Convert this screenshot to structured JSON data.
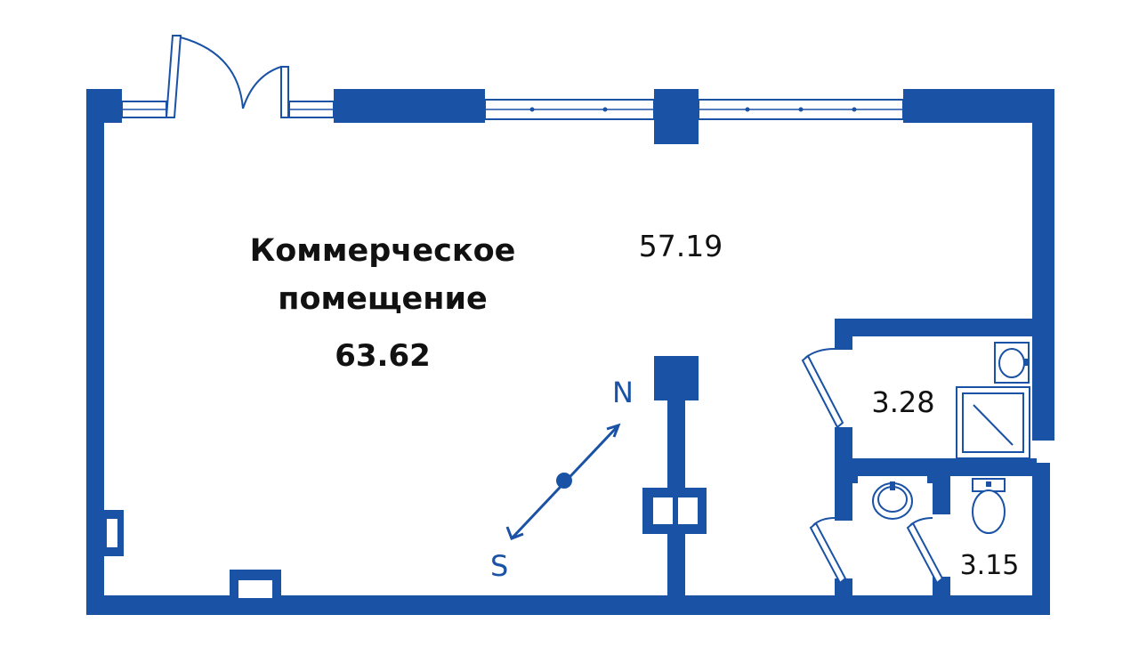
{
  "rooms": {
    "main": {
      "title_line1": "Коммерческое",
      "title_line2": "помещение",
      "area": "63.62"
    },
    "sub": {
      "area": "57.19"
    },
    "bathroom": {
      "area": "3.28"
    },
    "wc": {
      "area": "3.15"
    }
  },
  "compass": {
    "north": "N",
    "south": "S"
  },
  "colors": {
    "wall": "#1a52a5",
    "background": "#ffffff",
    "text": "#111111"
  }
}
